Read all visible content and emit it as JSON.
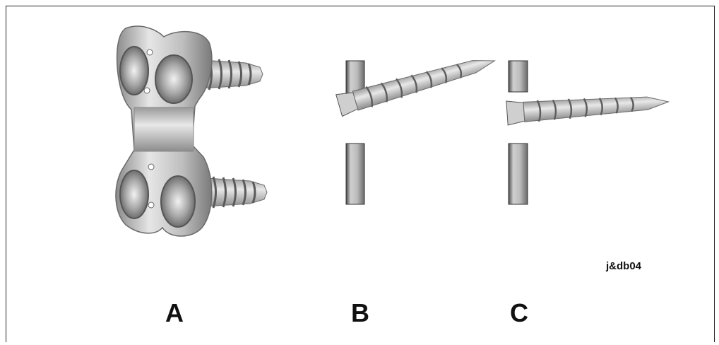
{
  "figure": {
    "panels": [
      {
        "label": "A",
        "content": "plate-with-screws"
      },
      {
        "label": "B",
        "content": "oblique-screw-through-bone"
      },
      {
        "label": "C",
        "content": "straight-screw-beside-bone"
      }
    ],
    "credit": "j&db04",
    "colors": {
      "metal_light": "#e4e4e4",
      "metal_mid": "#b5b5b5",
      "metal_dark": "#6c6c6c",
      "frame": "#222222"
    }
  }
}
